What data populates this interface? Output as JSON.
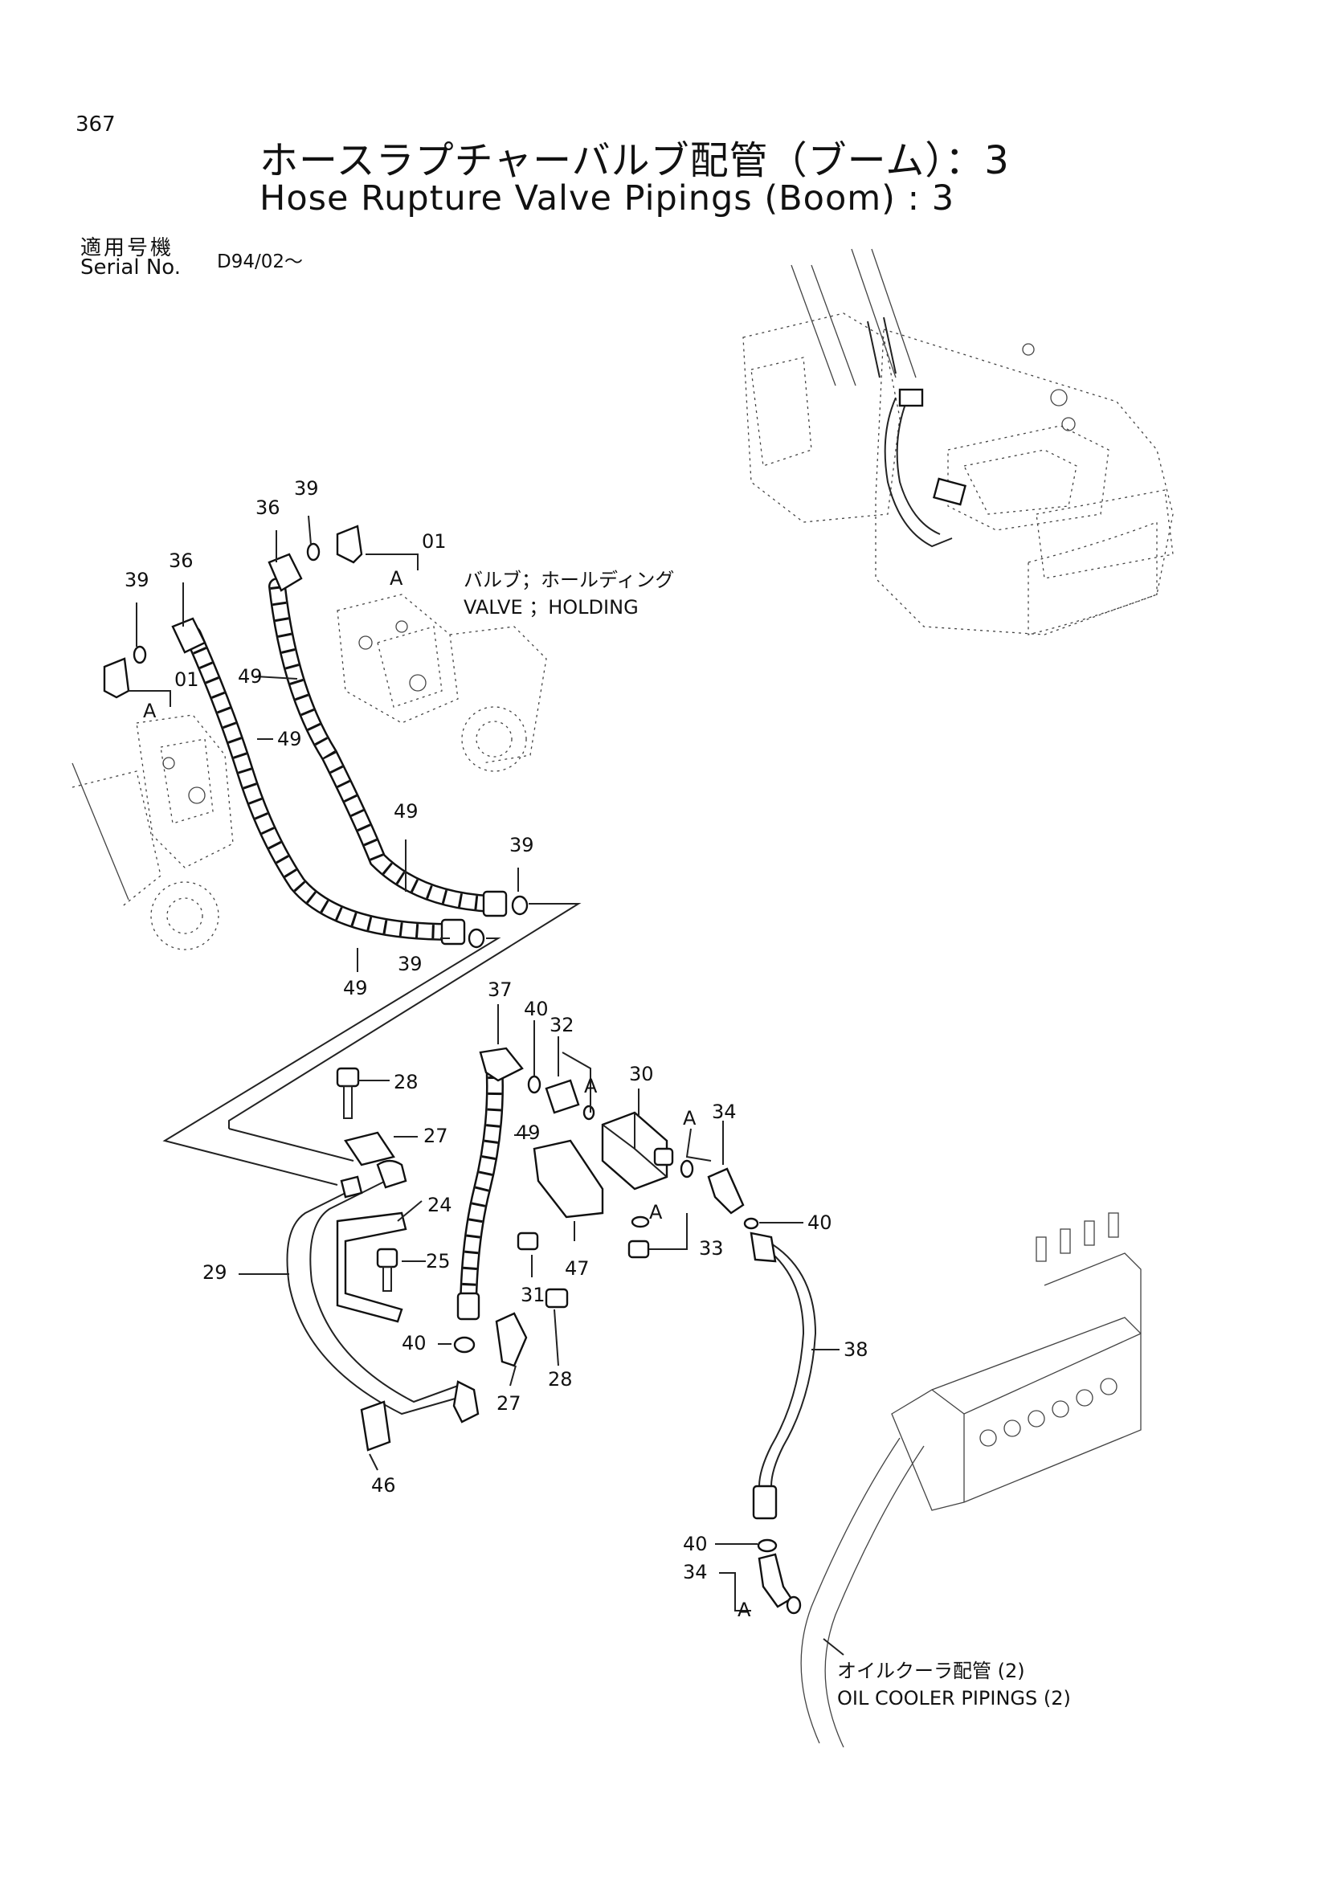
{
  "header": {
    "page_number": "367",
    "title_jp": "ホースラプチャーバルブ配管（ブーム）：3",
    "title_en": "Hose Rupture Valve Pipings (Boom) : 3",
    "serial_label_jp": "適用号機",
    "serial_label_en": "Serial No.",
    "serial_value": "D94/02～"
  },
  "notes": {
    "valve_jp": "バルブ；ホールディング",
    "valve_en": "VALVE ；HOLDING",
    "cooler_jp": "オイルクーラ配管 (2)",
    "cooler_en": "OIL COOLER PIPINGS (2)"
  },
  "callouts": {
    "p01": "01",
    "p24": "24",
    "p25": "25",
    "p27": "27",
    "p28": "28",
    "p29": "29",
    "p30": "30",
    "p31": "31",
    "p32": "32",
    "p33": "33",
    "p34": "34",
    "p36": "36",
    "p37": "37",
    "p38": "38",
    "p39": "39",
    "p40": "40",
    "p46": "46",
    "p47": "47",
    "p49": "49",
    "a": "A"
  }
}
